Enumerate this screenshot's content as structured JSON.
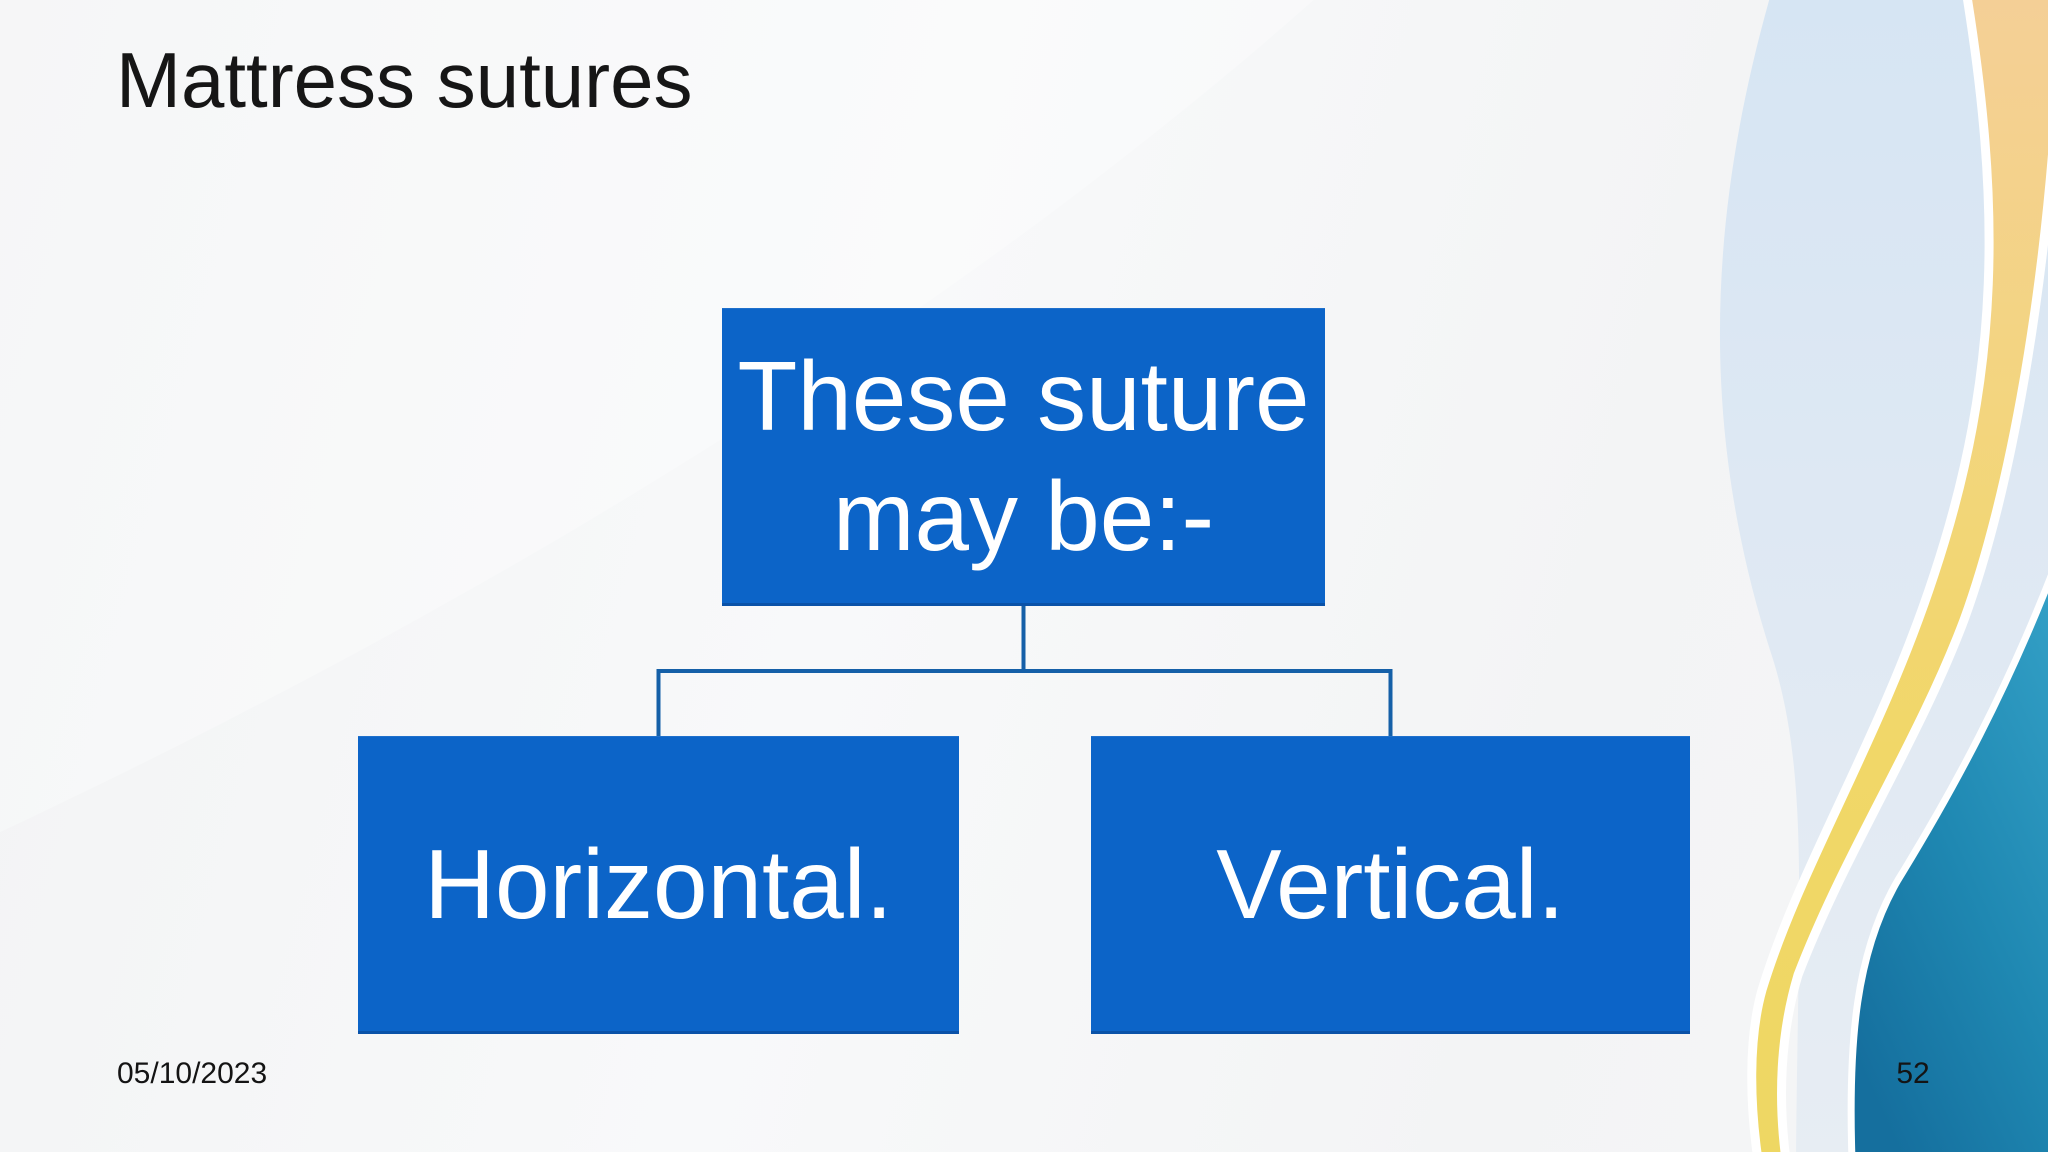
{
  "slide": {
    "title": "Mattress sutures",
    "diagram": {
      "root": {
        "label": "These suture may be:-"
      },
      "children": [
        {
          "label": "Horizontal."
        },
        {
          "label": "Vertical."
        }
      ]
    },
    "footer": {
      "date": "05/10/2023",
      "page_number": "52"
    },
    "colors": {
      "box_fill": "#0c64c8",
      "box_text": "#ffffff",
      "connector": "#1560a8",
      "title_text": "#161616",
      "footer_text": "#141414",
      "accent_tan": "#f4cf97",
      "accent_yellow": "#eed763",
      "accent_pale_blue": "#d6e5f3",
      "accent_ice": "#e7edf3",
      "accent_teal_light": "#35a2c8",
      "accent_teal_dark": "#156f9e"
    }
  }
}
